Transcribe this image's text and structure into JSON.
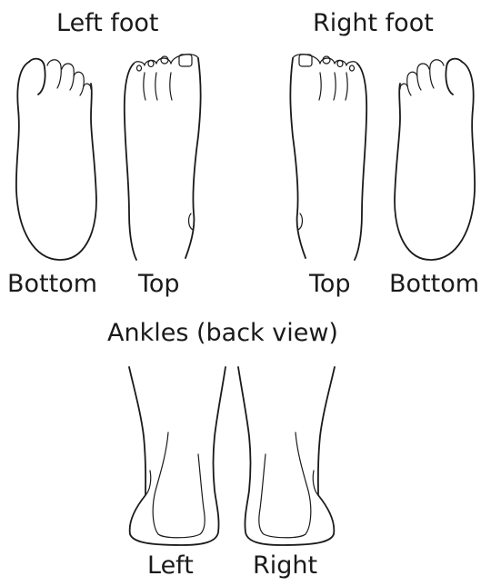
{
  "titles": {
    "left_foot": "Left foot",
    "right_foot": "Right foot",
    "ankles": "Ankles (back view)"
  },
  "view_labels": {
    "left_bottom": "Bottom",
    "left_top": "Top",
    "right_top": "Top",
    "right_bottom": "Bottom",
    "ankle_left": "Left",
    "ankle_right": "Right"
  },
  "colors": {
    "line": "#1a1a1a",
    "background": "#ffffff"
  }
}
